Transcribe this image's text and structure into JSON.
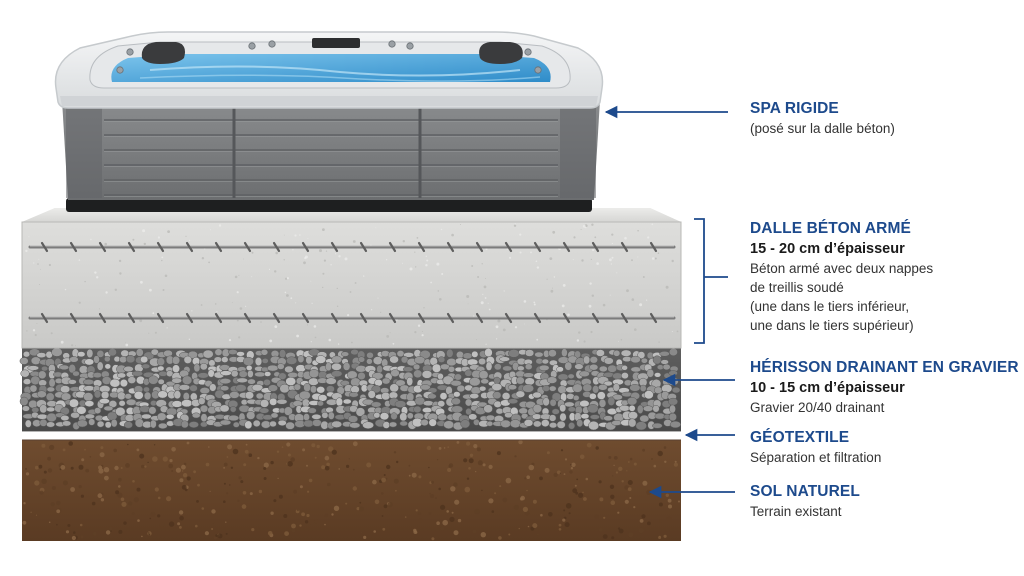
{
  "layers": [
    {
      "id": "spa",
      "title": "SPA RIGIDE",
      "thickness": "",
      "description": [
        "(posé sur la dalle béton)"
      ]
    },
    {
      "id": "slab",
      "title": "DALLE BÉTON ARMÉ",
      "thickness": "15 - 20 cm d’épaisseur",
      "description": [
        "Béton armé avec deux nappes",
        "de treillis soudé",
        "(une dans le tiers inférieur,",
        "une dans le tiers supérieur)"
      ]
    },
    {
      "id": "gravel",
      "title": "HÉRISSON DRAINANT EN GRAVIER",
      "thickness": "10 - 15 cm d’épaisseur",
      "description": [
        "Gravier 20/40 drainant"
      ]
    },
    {
      "id": "geotextile",
      "title": "GÉOTEXTILE",
      "thickness": "",
      "description": [
        "Séparation et filtration"
      ]
    },
    {
      "id": "soil",
      "title": "SOL NATUREL",
      "thickness": "",
      "description": [
        "Terrain existant"
      ]
    }
  ],
  "colors": {
    "accent": "#1d4a8c",
    "concrete": "#d4d4d2",
    "gravel": "#8f8f8f",
    "geotextile": "#ffffff",
    "soil": "#6b4a2e",
    "spa_cabinet": "#7a7c7e",
    "spa_shell": "#e9ebec",
    "water": "#4aa7dc"
  }
}
